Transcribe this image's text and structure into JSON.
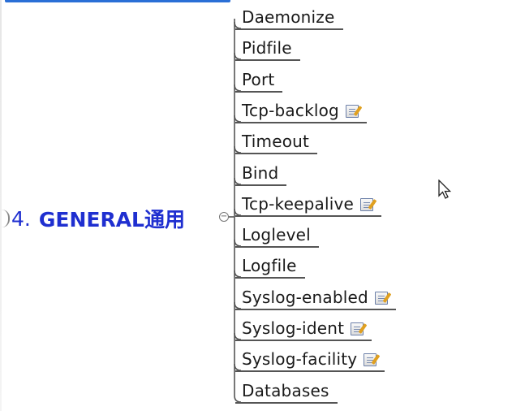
{
  "central_topic": {
    "number": "4.",
    "title": "GENERAL通用"
  },
  "subtopics": [
    {
      "label": "Daemonize",
      "has_note": false
    },
    {
      "label": "Pidfile",
      "has_note": false
    },
    {
      "label": "Port",
      "has_note": false
    },
    {
      "label": "Tcp-backlog",
      "has_note": true
    },
    {
      "label": "Timeout",
      "has_note": false
    },
    {
      "label": "Bind",
      "has_note": false
    },
    {
      "label": "Tcp-keepalive",
      "has_note": true
    },
    {
      "label": "Loglevel",
      "has_note": false
    },
    {
      "label": "Logfile",
      "has_note": false
    },
    {
      "label": "Syslog-enabled",
      "has_note": true
    },
    {
      "label": "Syslog-ident",
      "has_note": true
    },
    {
      "label": "Syslog-facility",
      "has_note": true
    },
    {
      "label": "Databases",
      "has_note": false
    }
  ],
  "icons": {
    "note": "note-icon",
    "collapse": "collapse-icon",
    "cursor": "mouse-cursor-icon"
  },
  "colors": {
    "central_text": "#1f2fd0",
    "topic_text": "#1a1a1a",
    "connector": "#555555"
  }
}
